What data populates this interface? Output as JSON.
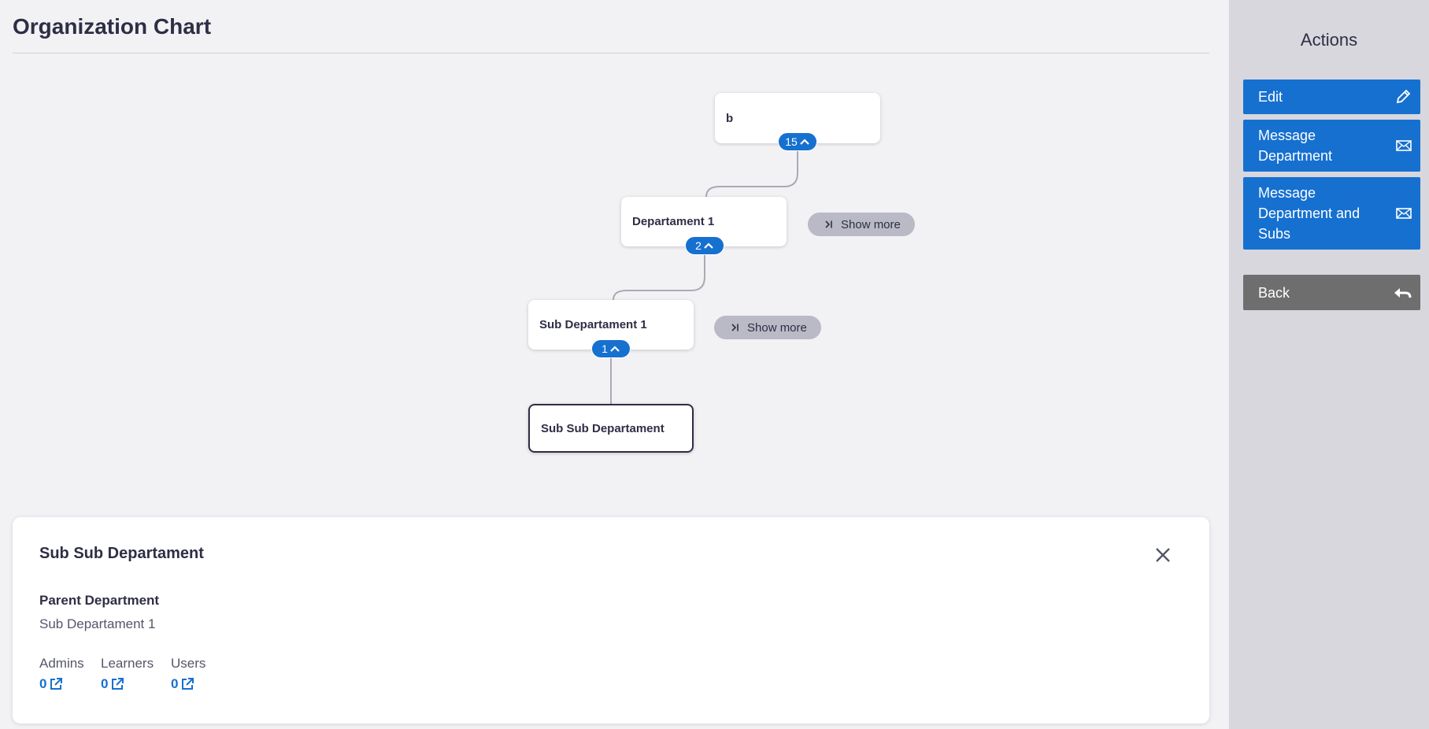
{
  "page": {
    "title": "Organization Chart"
  },
  "chart": {
    "nodes": [
      {
        "id": "root",
        "label": "b",
        "count": "15"
      },
      {
        "id": "dept1",
        "label": "Departament 1",
        "count": "2"
      },
      {
        "id": "subdept1",
        "label": "Sub Departament 1",
        "count": "1"
      },
      {
        "id": "subsub",
        "label": "Sub Sub Departament"
      }
    ],
    "show_more_label": "Show more"
  },
  "detail": {
    "title": "Sub Sub Departament",
    "parent_label": "Parent Department",
    "parent_value": "Sub Departament 1",
    "stats": [
      {
        "label": "Admins",
        "value": "0"
      },
      {
        "label": "Learners",
        "value": "0"
      },
      {
        "label": "Users",
        "value": "0"
      }
    ]
  },
  "actions": {
    "title": "Actions",
    "buttons": [
      {
        "label": "Edit",
        "icon": "pencil-icon"
      },
      {
        "label": "Message Department",
        "icon": "envelope-icon"
      },
      {
        "label": "Message Department and Subs",
        "icon": "envelope-icon"
      },
      {
        "label": "Back",
        "icon": "reply-arrow-icon"
      }
    ]
  },
  "colors": {
    "accent": "#1670d0",
    "back_button": "#6e6e6e",
    "sidebar": "#d7d7dd",
    "text": "#2e2e45"
  }
}
